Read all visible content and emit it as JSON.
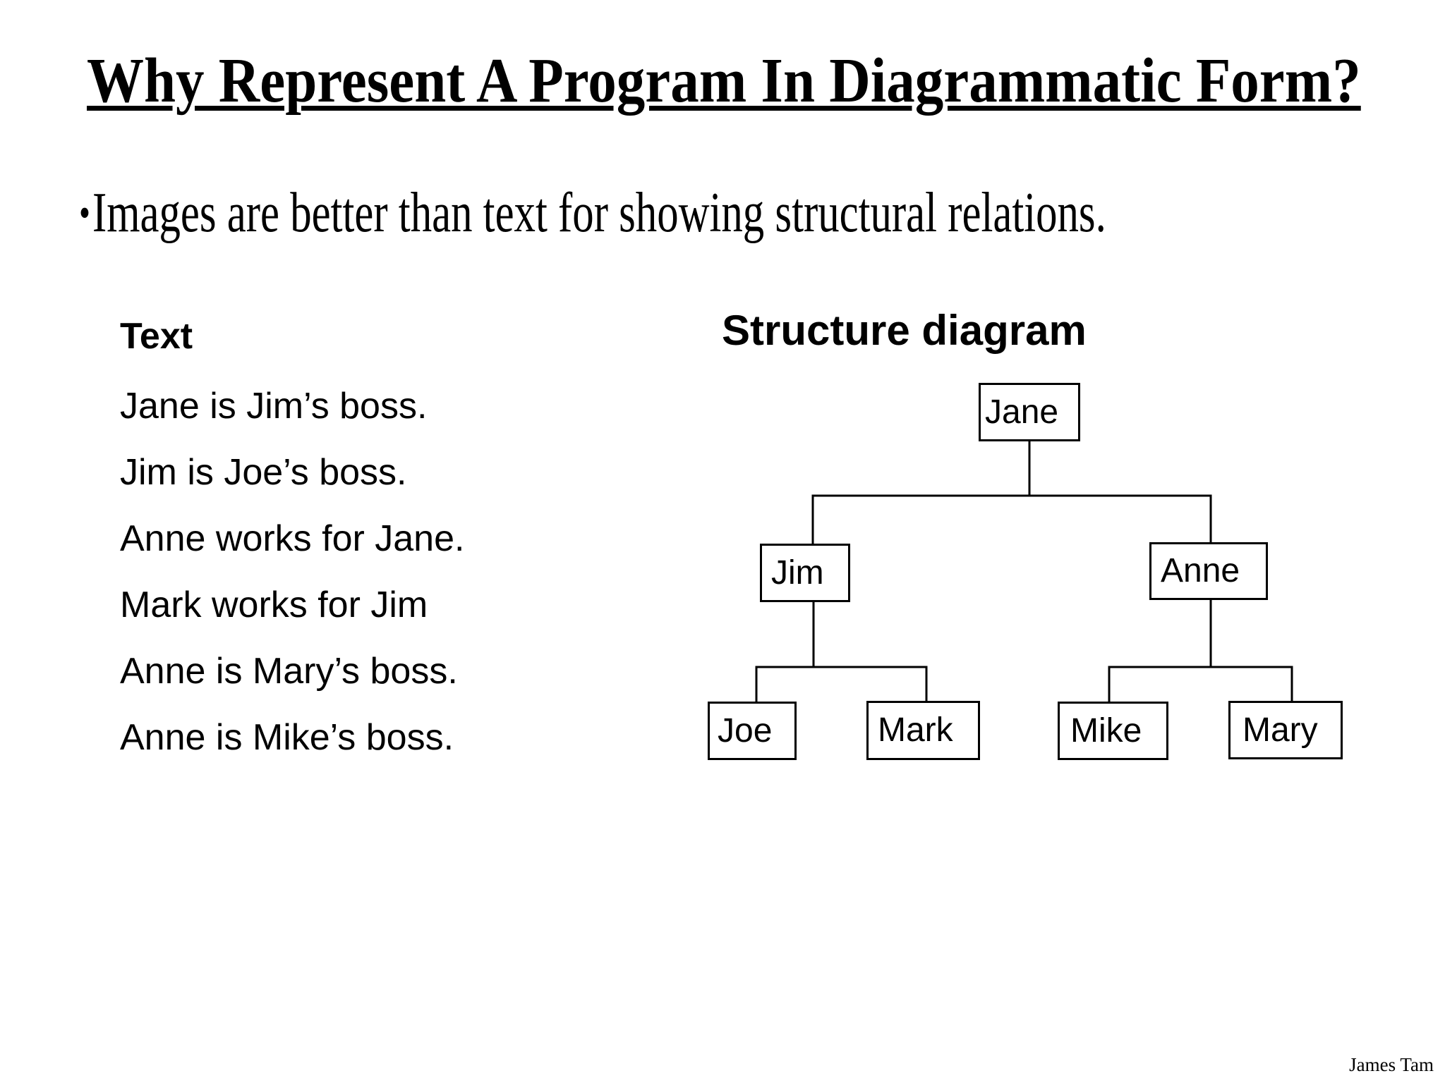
{
  "slide": {
    "title": "Why Represent A Program In Diagrammatic Form?",
    "bullet_glyph": "•",
    "bullet_text": "Images are better than text for showing structural relations.",
    "footer": "James Tam"
  },
  "text_panel": {
    "heading": "Text",
    "lines": [
      "Jane is Jim’s boss.",
      "Jim is Joe’s boss.",
      "Anne works for Jane.",
      "Mark works for Jim",
      "Anne is Mary’s boss.",
      "Anne is Mike’s boss."
    ]
  },
  "diagram": {
    "heading": "Structure diagram",
    "nodes": [
      {
        "id": "jane",
        "label": "Jane",
        "level": 1
      },
      {
        "id": "jim",
        "label": "Jim",
        "level": 2
      },
      {
        "id": "anne",
        "label": "Anne",
        "level": 2
      },
      {
        "id": "joe",
        "label": "Joe",
        "level": 3
      },
      {
        "id": "mark",
        "label": "Mark",
        "level": 3
      },
      {
        "id": "mike",
        "label": "Mike",
        "level": 3
      },
      {
        "id": "mary",
        "label": "Mary",
        "level": 3
      }
    ],
    "edges": [
      [
        "Jane",
        "Jim"
      ],
      [
        "Jane",
        "Anne"
      ],
      [
        "Jim",
        "Joe"
      ],
      [
        "Jim",
        "Mark"
      ],
      [
        "Anne",
        "Mike"
      ],
      [
        "Anne",
        "Mary"
      ]
    ]
  },
  "colors": {
    "background": "#ffffff",
    "text": "#000000",
    "line": "#000000"
  }
}
